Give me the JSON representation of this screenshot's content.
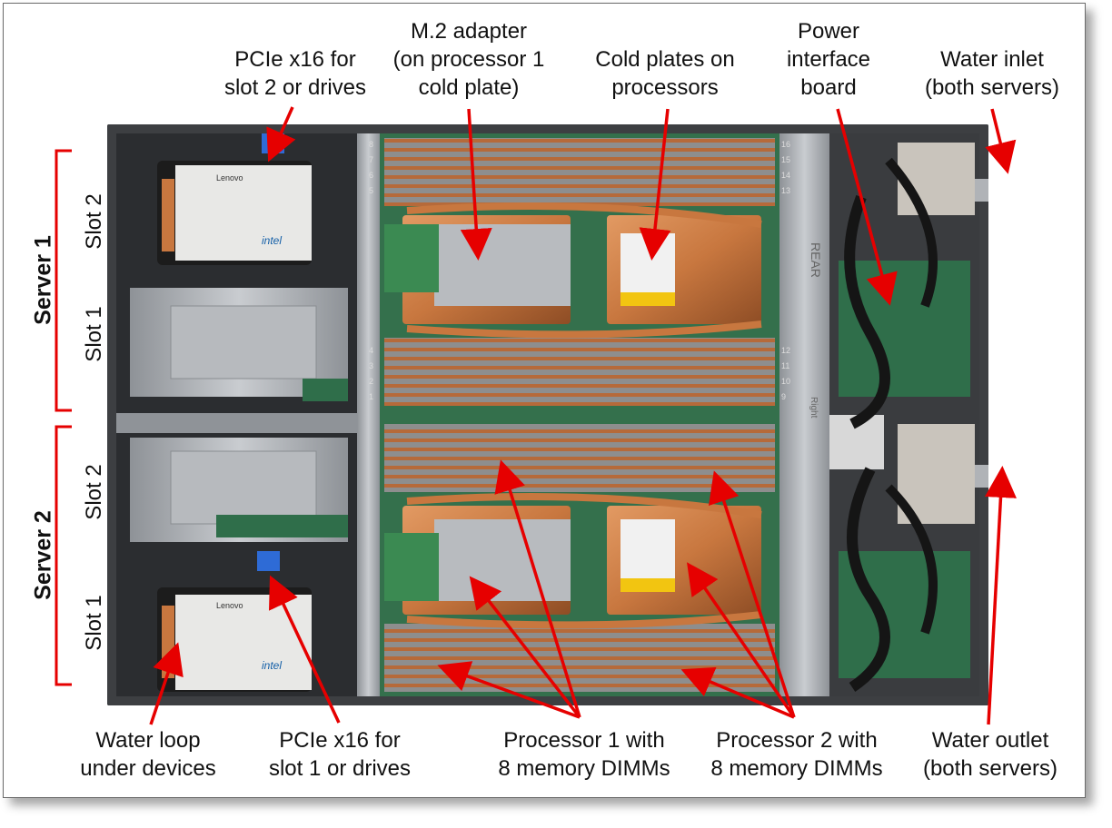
{
  "labels": {
    "pcie_slot2": "PCIe x16 for\nslot 2 or drives",
    "m2_adapter": "M.2 adapter\n(on processor 1\ncold plate)",
    "cold_plates": "Cold plates on\nprocessors",
    "power_board": "Power\ninterface\nboard",
    "water_inlet": "Water inlet\n(both servers)",
    "water_loop": "Water loop\nunder devices",
    "pcie_slot1": "PCIe x16 for\nslot 1 or drives",
    "proc1": "Processor 1 with\n8 memory DIMMs",
    "proc2": "Processor 2 with\n8 memory DIMMs",
    "water_outlet": "Water outlet\n(both servers)",
    "server1": "Server 1",
    "server2": "Server 2",
    "s1_slot2": "Slot 2",
    "s1_slot1": "Slot 1",
    "s2_slot2": "Slot 2",
    "s2_slot1": "Slot 1"
  },
  "photo_text": {
    "brand": "Lenovo",
    "drive_brand": "intel",
    "rear": "REAR",
    "right": "Right",
    "dimm_left_top": [
      "8",
      "7",
      "6",
      "5"
    ],
    "dimm_left_bot": [
      "4",
      "3",
      "2",
      "1"
    ],
    "dimm_right_top": [
      "16",
      "15",
      "14",
      "13"
    ],
    "dimm_right_bot": [
      "12",
      "11",
      "10",
      "9"
    ]
  },
  "colors": {
    "arrow": "#e60000",
    "bracket": "#e60000",
    "copper": "#c8773f",
    "pcb": "#2f6e4a",
    "metal": "#a9adb3"
  }
}
